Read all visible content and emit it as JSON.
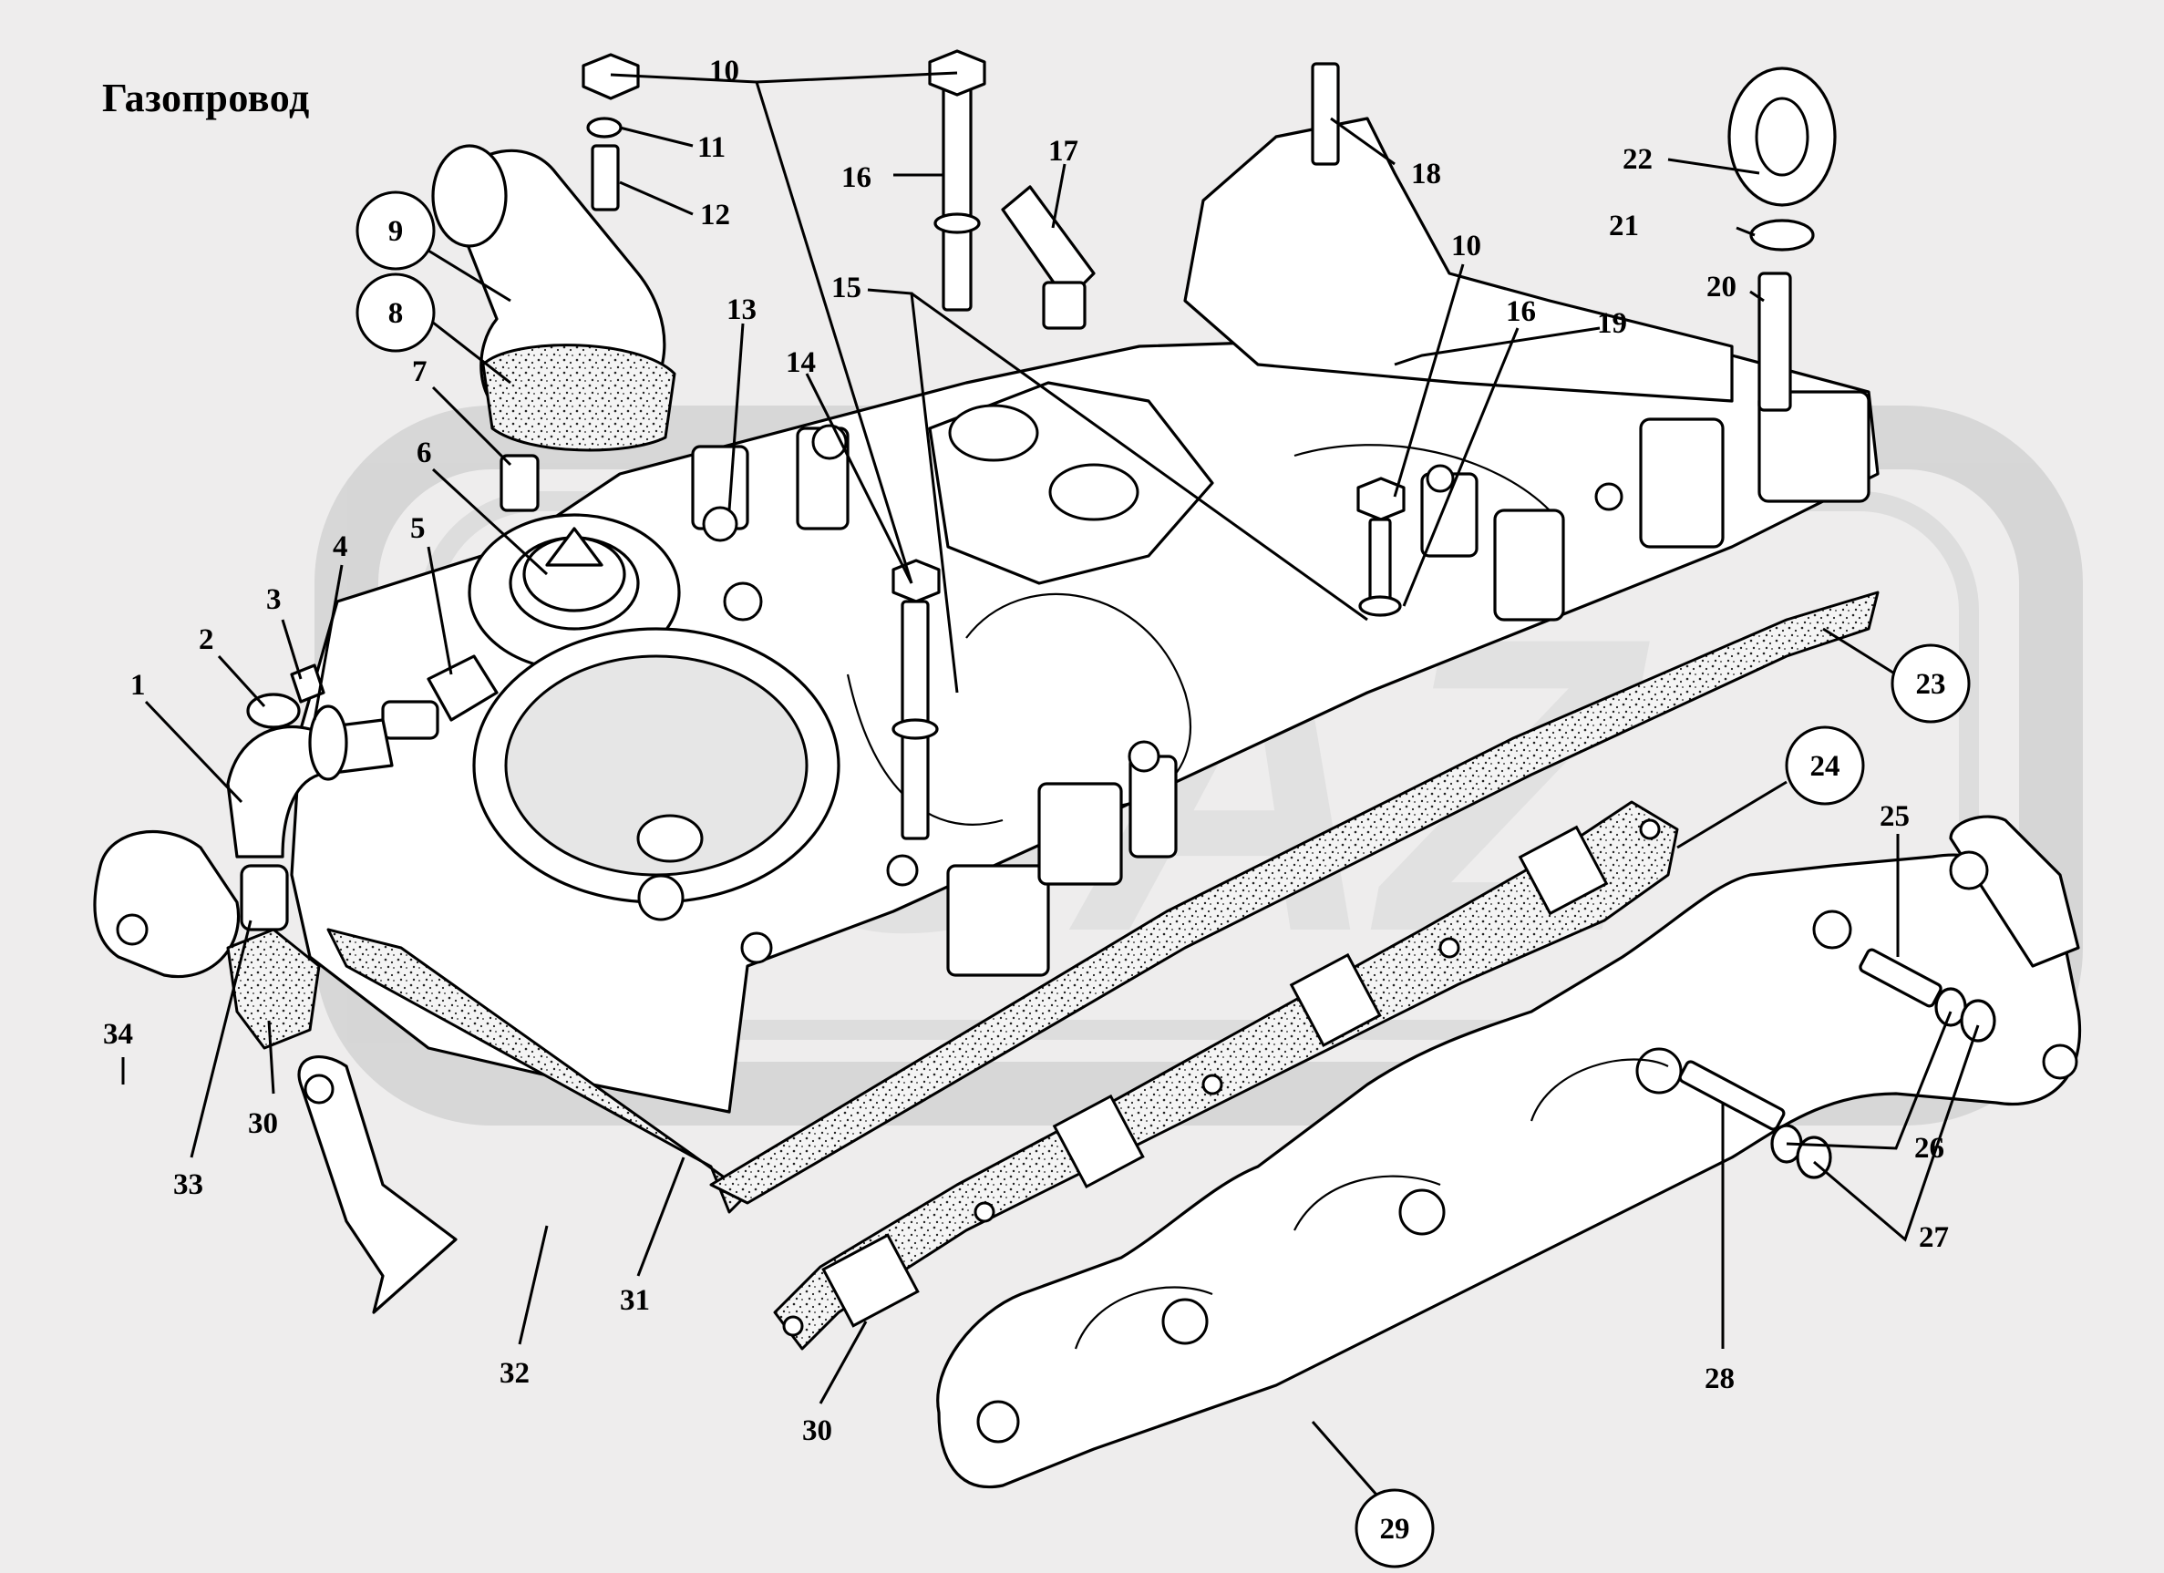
{
  "title": "Газопровод",
  "watermark_text": "GAZ",
  "colors": {
    "background": "#eeeded",
    "watermark": "#cfcfcf",
    "line": "#000000"
  },
  "callouts": [
    {
      "id": "1",
      "label": "1",
      "circled": false
    },
    {
      "id": "2",
      "label": "2",
      "circled": false
    },
    {
      "id": "3",
      "label": "3",
      "circled": false
    },
    {
      "id": "4",
      "label": "4",
      "circled": false
    },
    {
      "id": "5",
      "label": "5",
      "circled": false
    },
    {
      "id": "6",
      "label": "6",
      "circled": false
    },
    {
      "id": "7",
      "label": "7",
      "circled": false
    },
    {
      "id": "8",
      "label": "8",
      "circled": true
    },
    {
      "id": "9",
      "label": "9",
      "circled": true
    },
    {
      "id": "10a",
      "label": "10",
      "circled": false
    },
    {
      "id": "10b",
      "label": "10",
      "circled": false
    },
    {
      "id": "11",
      "label": "11",
      "circled": false
    },
    {
      "id": "12",
      "label": "12",
      "circled": false
    },
    {
      "id": "13",
      "label": "13",
      "circled": false
    },
    {
      "id": "14",
      "label": "14",
      "circled": false
    },
    {
      "id": "15",
      "label": "15",
      "circled": false
    },
    {
      "id": "16a",
      "label": "16",
      "circled": false
    },
    {
      "id": "16b",
      "label": "16",
      "circled": false
    },
    {
      "id": "17",
      "label": "17",
      "circled": false
    },
    {
      "id": "18",
      "label": "18",
      "circled": false
    },
    {
      "id": "19",
      "label": "19",
      "circled": false
    },
    {
      "id": "20",
      "label": "20",
      "circled": false
    },
    {
      "id": "21",
      "label": "21",
      "circled": false
    },
    {
      "id": "22",
      "label": "22",
      "circled": false
    },
    {
      "id": "23",
      "label": "23",
      "circled": true
    },
    {
      "id": "24",
      "label": "24",
      "circled": true
    },
    {
      "id": "25",
      "label": "25",
      "circled": false
    },
    {
      "id": "26",
      "label": "26",
      "circled": false
    },
    {
      "id": "27",
      "label": "27",
      "circled": false
    },
    {
      "id": "28",
      "label": "28",
      "circled": false
    },
    {
      "id": "29",
      "label": "29",
      "circled": true
    },
    {
      "id": "30a",
      "label": "30",
      "circled": false
    },
    {
      "id": "30b",
      "label": "30",
      "circled": false
    },
    {
      "id": "31",
      "label": "31",
      "circled": false
    },
    {
      "id": "32",
      "label": "32",
      "circled": false
    },
    {
      "id": "33",
      "label": "33",
      "circled": false
    },
    {
      "id": "34",
      "label": "34",
      "circled": false
    }
  ]
}
